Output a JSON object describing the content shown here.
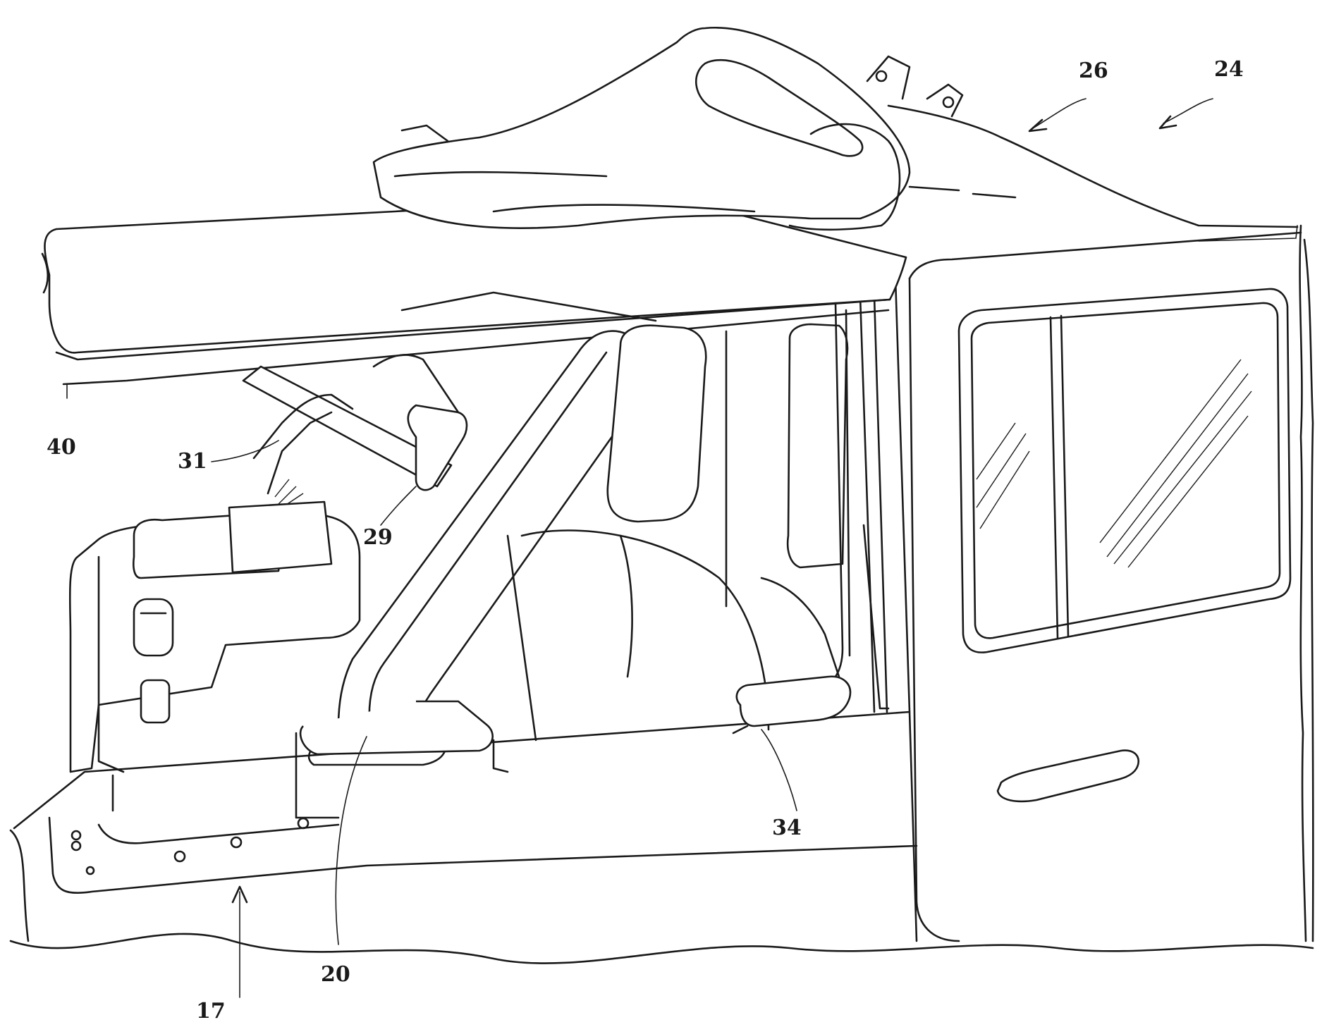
{
  "figure": {
    "reference_labels": {
      "r24": "24",
      "r26": "26",
      "r40": "40",
      "r31": "31",
      "r29": "29",
      "r34": "34",
      "r20": "20",
      "r17": "17"
    }
  }
}
